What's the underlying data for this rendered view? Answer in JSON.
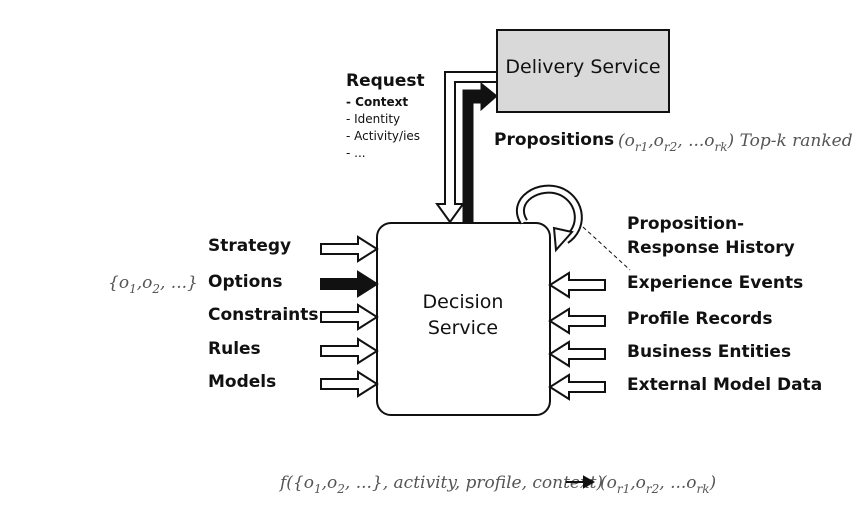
{
  "delivery_service": {
    "label": "Delivery Service"
  },
  "decision_service": {
    "line1": "Decision",
    "line2": "Service"
  },
  "request": {
    "title": "Request",
    "items": [
      "- Context",
      "- Identity",
      "- Activity/ies",
      "- ..."
    ]
  },
  "propositions": {
    "label": "Propositions",
    "formula_tail": ") Top-k ranked"
  },
  "inputs_left": [
    "Strategy",
    "Options",
    "Constraints",
    "Rules",
    "Models"
  ],
  "options_set": "{o1, o2, ...}",
  "inputs_right": [
    "Proposition-",
    "Response History",
    "Experience Events",
    "Profile Records",
    "Business Entities",
    "External Model Data"
  ],
  "function": {
    "prefix": "f({o",
    "middle": ", ...}, activity, profile, context)",
    "result_open": "(o"
  },
  "colors": {
    "box_gray": "#d9d9d9",
    "stroke": "#111111",
    "italic_text": "#555555"
  }
}
